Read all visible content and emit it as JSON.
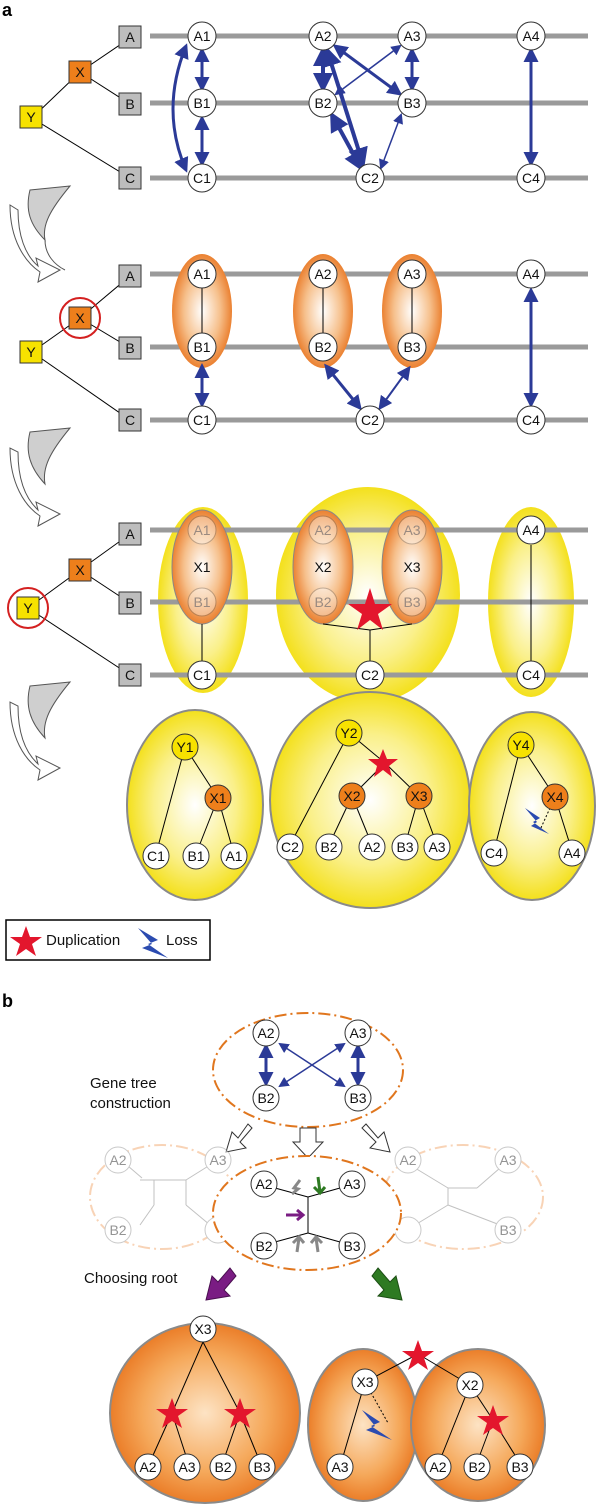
{
  "panel_a_label": "a",
  "panel_b_label": "b",
  "species_tree": {
    "leaves": [
      "A",
      "B",
      "C"
    ],
    "inner": [
      "X",
      "Y"
    ]
  },
  "row1": {
    "genes": [
      "A1",
      "B1",
      "C1",
      "A2",
      "B2",
      "A3",
      "B3",
      "C2",
      "A4",
      "C4"
    ]
  },
  "row2": {
    "genes": [
      "A1",
      "B1",
      "C1",
      "A2",
      "B2",
      "A3",
      "B3",
      "C2",
      "A4",
      "C4"
    ]
  },
  "row3": {
    "genes": [
      "A1",
      "B1",
      "C1",
      "A2",
      "B2",
      "A3",
      "B3",
      "C2",
      "A4",
      "C4"
    ],
    "clusters": [
      "X1",
      "X2",
      "X3"
    ]
  },
  "row4": {
    "tree1": [
      "Y1",
      "X1",
      "C1",
      "B1",
      "A1"
    ],
    "tree2": [
      "Y2",
      "X2",
      "X3",
      "C2",
      "B2",
      "A2",
      "B3",
      "A3"
    ],
    "tree3": [
      "Y4",
      "X4",
      "C4",
      "A4"
    ]
  },
  "legend": {
    "duplication": "Duplication",
    "loss": "Loss"
  },
  "panel_b": {
    "top_genes": [
      "A2",
      "A3",
      "B2",
      "B3"
    ],
    "gene_tree_label_line1": "Gene tree",
    "gene_tree_label_line2": "construction",
    "unrooted_genes": [
      "A2",
      "A3",
      "B2",
      "B3"
    ],
    "choosing_root_label": "Choosing root",
    "left_tree": [
      "X3",
      "A2",
      "A3",
      "B2",
      "B3"
    ],
    "right_tree": [
      "X3",
      "A3",
      "X2",
      "A2",
      "B2",
      "B3"
    ]
  },
  "colors": {
    "yellow": "#f7e200",
    "orange": "#ee7f1b",
    "grey_box": "#bdbdbd",
    "line": "#9a9a9a",
    "arrow": "#2b3a97",
    "red": "#e3162d",
    "purple": "#7a1c83",
    "green": "#2e7a22"
  }
}
